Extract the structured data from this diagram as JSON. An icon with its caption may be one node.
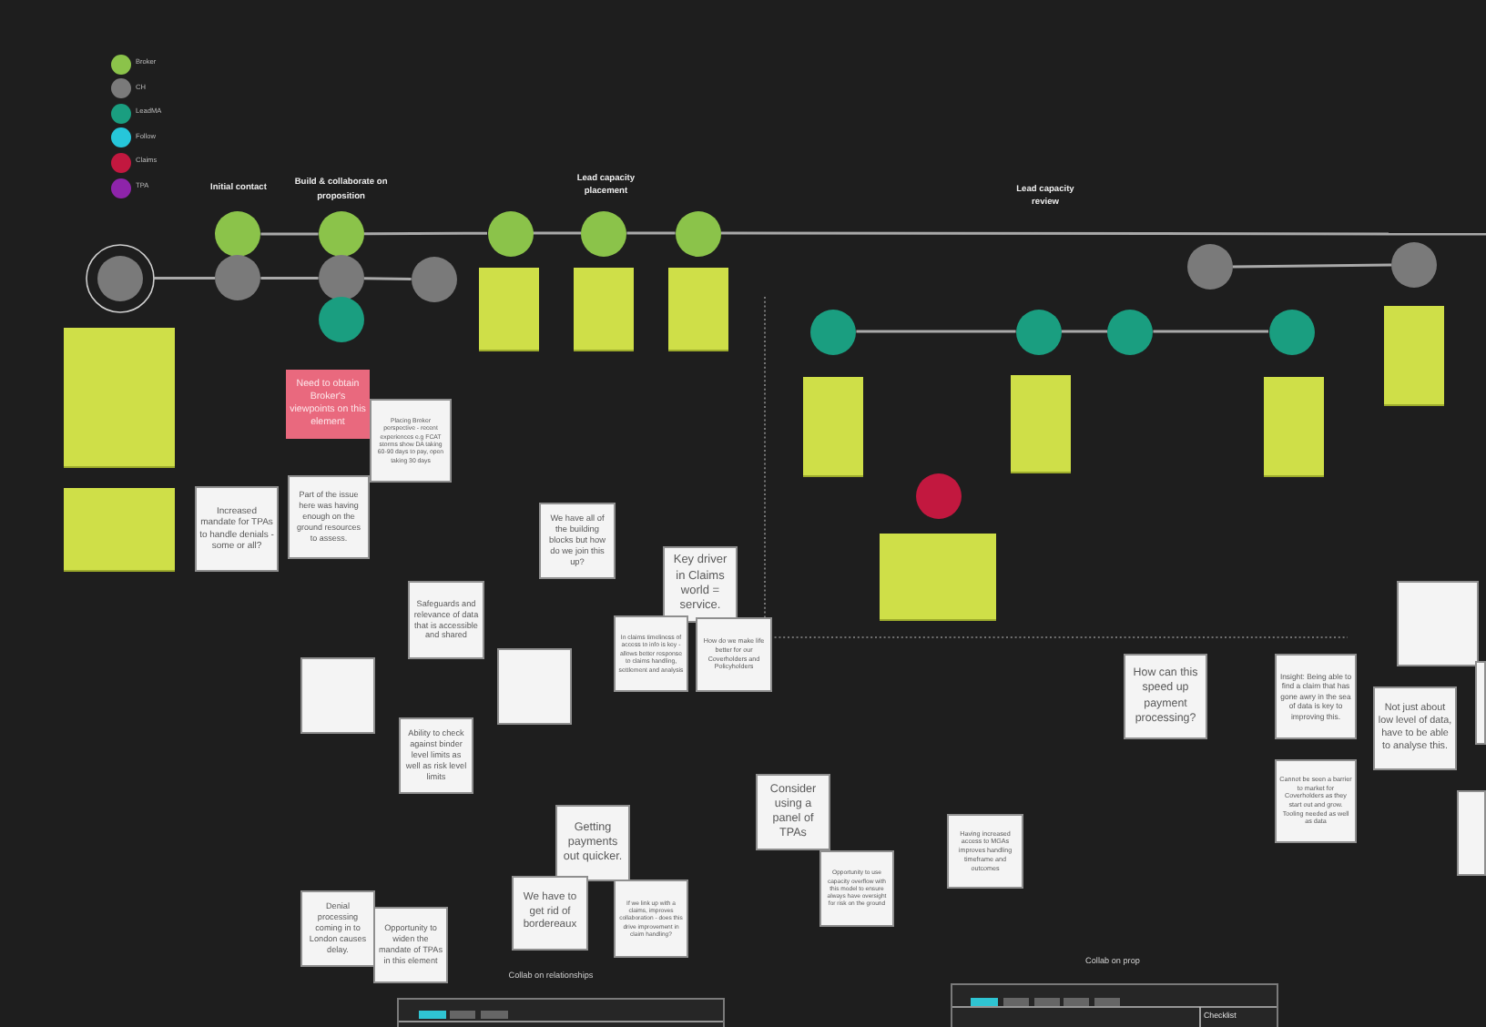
{
  "diagram": {
    "nodes": [
      {
        "text": [],
        "shape": "circle"
      },
      {
        "text": [],
        "shape": "circle"
      },
      {
        "text": [],
        "shape": "circle"
      },
      {
        "text": [],
        "shape": "circle"
      },
      {
        "text": [],
        "shape": "circle"
      },
      {
        "text": [],
        "shape": "circle"
      },
      {
        "text": [],
        "shape": "circle"
      },
      {
        "text": [],
        "shape": "circle"
      },
      {
        "text": [],
        "shape": "circle"
      },
      {
        "text": [],
        "shape": "circle"
      },
      {
        "text": [],
        "shape": "circle"
      },
      {
        "text": [],
        "shape": "circle"
      },
      {
        "text": [],
        "shape": "circle"
      },
      {
        "text": [],
        "shape": "circle"
      },
      {
        "text": [],
        "shape": "circle"
      },
      {
        "text": [],
        "shape": "circle"
      },
      {
        "text": [],
        "shape": "circle"
      },
      {
        "text": [],
        "shape": "box"
      },
      {
        "text": [],
        "shape": "box"
      },
      {
        "text": [],
        "shape": "box"
      },
      {
        "text": [],
        "shape": "box"
      },
      {
        "text": [],
        "shape": "box"
      },
      {
        "text": [],
        "shape": "box"
      },
      {
        "text": [],
        "shape": "box"
      },
      {
        "text": [],
        "shape": "box"
      },
      {
        "text": [],
        "shape": "box"
      },
      {
        "text": [],
        "shape": "box"
      },
      {
        "text": [
          "Need to obtain Broker's viewpoints on this element"
        ]
      },
      {
        "text": [
          "Placing Broker perspective - recent experiences e.g FCAT storms show DA taking 60-90 days to pay, open taking 30 days"
        ]
      },
      {
        "text": [
          "Increased mandate for TPAs to handle denials - some or all?"
        ]
      },
      {
        "text": [
          "Part of the issue here was having enough on the ground resources to assess."
        ]
      },
      {
        "text": [
          "We have all of the building blocks but how do we join this up?"
        ]
      },
      {
        "text": [
          "Key driver in Claims world = service."
        ]
      },
      {
        "text": [
          "Safeguards and relevance of data that is accessible and shared"
        ]
      },
      {
        "text": [
          "In claims timeliness of access to info is key - allows better response to claims handling, settlement and analysis"
        ]
      },
      {
        "text": [
          "How do we make life better for our Coverholders and Policyholders"
        ]
      },
      {
        "text": [],
        "shape": "box"
      },
      {
        "text": [],
        "shape": "box"
      },
      {
        "text": [
          "Ability to check against binder level limits as well as risk level limits"
        ]
      },
      {
        "text": [
          "Consider using a panel of TPAs"
        ]
      },
      {
        "text": [
          "Getting payments out quicker."
        ]
      },
      {
        "text": [
          "Opportunity to use capacity overflow with this model to ensure always have oversight for risk on the ground"
        ]
      },
      {
        "text": [
          "Having increased access to MGAs improves handling timeframe and outcomes"
        ]
      },
      {
        "text": [
          "We have to get rid of bordereaux"
        ]
      },
      {
        "text": [
          "If we link up with a claims, improves collaboration - does this drive improvement in claim handling?"
        ]
      },
      {
        "text": [
          "Denial processing coming in to London causes delay."
        ]
      },
      {
        "text": [
          "Opportunity to widen the mandate of TPAs in this element"
        ]
      },
      {
        "text": [],
        "shape": "box"
      },
      {
        "text": [
          "How can this speed up payment processing?"
        ]
      },
      {
        "text": [
          "Insight: Being able to find a claim that has gone awry in the sea of data is key to improving this."
        ]
      },
      {
        "text": [
          "Not just about low level of data, have to be able to analyse this."
        ]
      },
      {
        "text": [],
        "shape": "box"
      },
      {
        "text": [
          "Cannot be seen a barrier to market for Coverholders as they start out and grow. Tooling needed as well as data"
        ]
      },
      {
        "text": [],
        "shape": "box"
      }
    ],
    "edges": [
      {
        "from": 0,
        "to": 2,
        "arrow": "none"
      },
      {
        "from": 2,
        "to": 4,
        "arrow": "none"
      },
      {
        "from": 4,
        "to": 6,
        "arrow": "none"
      },
      {
        "from": 1,
        "to": 3,
        "arrow": "none"
      },
      {
        "from": 3,
        "to": 7,
        "arrow": "none"
      },
      {
        "from": 7,
        "to": 8,
        "arrow": "none"
      },
      {
        "from": 8,
        "to": 9,
        "arrow": "none"
      },
      {
        "from": 9,
        "to": null,
        "arrow": "none"
      },
      {
        "from": 12,
        "to": 13,
        "arrow": "none"
      },
      {
        "from": 13,
        "to": 14,
        "arrow": "none"
      },
      {
        "from": 14,
        "to": 15,
        "arrow": "none"
      },
      {
        "from": 10,
        "to": 11,
        "arrow": "none"
      }
    ],
    "labels": [
      "Initial contact",
      "Build & collaborate on proposition",
      "Lead capacity placement",
      "Lead capacity review",
      "Collab on relationships",
      "Collab on prop",
      "Checklist"
    ],
    "legend": [
      {
        "text": "Broker",
        "color": "#8bc34a"
      },
      {
        "text": "CH",
        "color": "#7a7a7a"
      },
      {
        "text": "LeadMA",
        "color": "#1a9e80"
      },
      {
        "text": "Follow",
        "color": "#26c6da"
      },
      {
        "text": "Claims",
        "color": "#c2183f"
      },
      {
        "text": "TPA",
        "color": "#8e24aa"
      }
    ]
  }
}
